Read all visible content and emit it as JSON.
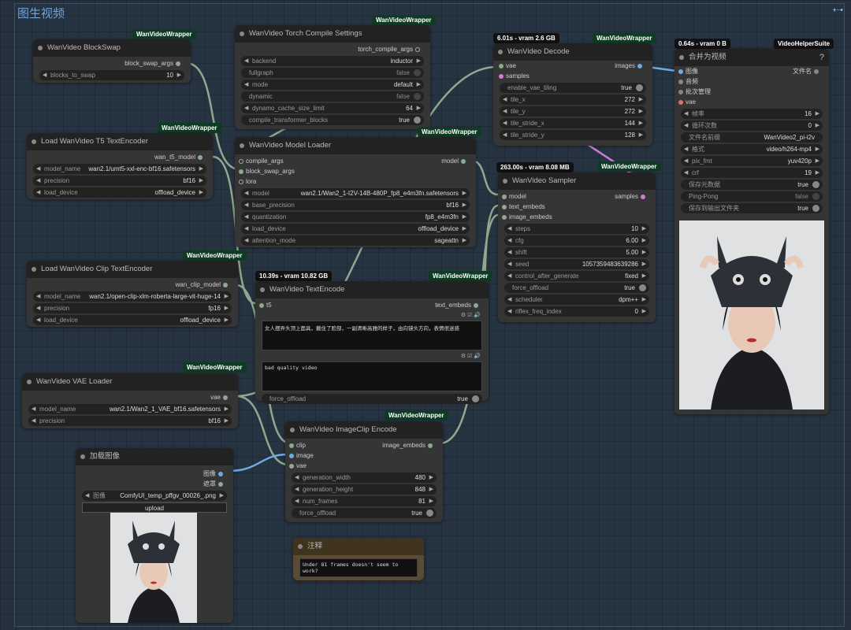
{
  "group": {
    "title": "图生视频"
  },
  "colors": {
    "link_green": "#8fa88e",
    "link_blue": "#6fa9e6",
    "link_pink": "#d17bd6",
    "badge": "#0f3b25"
  },
  "nodes": {
    "blockswap": {
      "badge": "WanVideoWrapper",
      "title": "WanVideo BlockSwap",
      "out": "block_swap_args",
      "widgets": [
        {
          "label": "blocks_to_swap",
          "value": "10"
        }
      ]
    },
    "torch_compile": {
      "badge": "WanVideoWrapper",
      "title": "WanVideo Torch Compile Settings",
      "out": "torch_compile_args",
      "widgets": [
        {
          "label": "backend",
          "value": "inductor"
        },
        {
          "label": "fullgraph",
          "value": "false"
        },
        {
          "label": "mode",
          "value": "default"
        },
        {
          "label": "dynamic",
          "value": "false"
        },
        {
          "label": "dynamo_cache_size_limit",
          "value": "64"
        },
        {
          "label": "compile_transformer_blocks",
          "value": "true"
        }
      ]
    },
    "decode": {
      "timing": "6.01s - vram 2.6 GB",
      "badge": "WanVideoWrapper",
      "title": "WanVideo Decode",
      "in1": "vae",
      "in2": "samples",
      "out": "images",
      "widgets": [
        {
          "label": "enable_vae_tiling",
          "value": "true"
        },
        {
          "label": "tile_x",
          "value": "272"
        },
        {
          "label": "tile_y",
          "value": "272"
        },
        {
          "label": "tile_stride_x",
          "value": "144"
        },
        {
          "label": "tile_stride_y",
          "value": "128"
        }
      ]
    },
    "combine": {
      "timing": "0.64s - vram 0 B",
      "badge": "VideoHelperSuite",
      "title": "合并为视频",
      "help": "?",
      "in1": "图像",
      "in2": "音频",
      "in3": "批次管理",
      "in4": "vae",
      "out": "文件名",
      "widgets": [
        {
          "label": "帧率",
          "value": "16"
        },
        {
          "label": "循环次数",
          "value": "0"
        },
        {
          "label": "文件名前缀",
          "value": "WanVideo2_pi-i2v"
        },
        {
          "label": "格式",
          "value": "video/h264-mp4"
        },
        {
          "label": "pix_fmt",
          "value": "yuv420p"
        },
        {
          "label": "crf",
          "value": "19"
        },
        {
          "label": "保存元数据",
          "value": "true"
        },
        {
          "label": "Ping-Pong",
          "value": "false"
        },
        {
          "label": "保存到输出文件夹",
          "value": "true"
        }
      ]
    },
    "t5": {
      "badge": "WanVideoWrapper",
      "title": "Load WanVideo T5 TextEncoder",
      "out": "wan_t5_model",
      "widgets": [
        {
          "label": "model_name",
          "value": "wan2.1/umt5-xxl-enc-bf16.safetensors"
        },
        {
          "label": "precision",
          "value": "bf16"
        },
        {
          "label": "load_device",
          "value": "offload_device"
        }
      ]
    },
    "model_loader": {
      "badge": "WanVideoWrapper",
      "title": "WanVideo Model Loader",
      "in1": "compile_args",
      "in2": "block_swap_args",
      "in3": "lora",
      "out": "model",
      "widgets": [
        {
          "label": "model",
          "value": "wan2.1/Wan2_1-I2V-14B-480P_fp8_e4m3fn.safetensors"
        },
        {
          "label": "base_precision",
          "value": "bf16"
        },
        {
          "label": "quantization",
          "value": "fp8_e4m3fn"
        },
        {
          "label": "load_device",
          "value": "offload_device"
        },
        {
          "label": "attention_mode",
          "value": "sageattn"
        }
      ]
    },
    "sampler": {
      "timing": "263.00s - vram 8.08 MB",
      "badge": "WanVideoWrapper",
      "title": "WanVideo Sampler",
      "in1": "model",
      "in2": "text_embeds",
      "in3": "image_embeds",
      "out": "samples",
      "widgets": [
        {
          "label": "steps",
          "value": "10"
        },
        {
          "label": "cfg",
          "value": "6.00"
        },
        {
          "label": "shift",
          "value": "5.00"
        },
        {
          "label": "seed",
          "value": "1057359483639286"
        },
        {
          "label": "control_after_generate",
          "value": "fixed"
        },
        {
          "label": "force_offload",
          "value": "true"
        },
        {
          "label": "scheduler",
          "value": "dpm++"
        },
        {
          "label": "riflex_freq_index",
          "value": "0"
        }
      ]
    },
    "clip": {
      "badge": "WanVideoWrapper",
      "title": "Load WanVideo Clip TextEncoder",
      "out": "wan_clip_model",
      "widgets": [
        {
          "label": "model_name",
          "value": "wan2.1/open-clip-xlm-roberta-large-vit-huge-14"
        },
        {
          "label": "precision",
          "value": "fp16"
        },
        {
          "label": "load_device",
          "value": "offload_device"
        }
      ]
    },
    "textencode": {
      "timing": "10.39s - vram 10.82 GB",
      "badge": "WanVideoWrapper",
      "title": "WanVideo TextEncode",
      "in1": "t5",
      "out": "text_embeds",
      "positive": "女人摆弄头顶上面具，戴住了脸部，一副清晰高雅的样子，由向镜头方向，表情很迷惑",
      "negative": "bad quality video",
      "widgets": [
        {
          "label": "force_offload",
          "value": "true"
        }
      ]
    },
    "vae": {
      "badge": "WanVideoWrapper",
      "title": "WanVideo VAE Loader",
      "out": "vae",
      "widgets": [
        {
          "label": "model_name",
          "value": "wan2.1/Wan2_1_VAE_bf16.safetensors"
        },
        {
          "label": "precision",
          "value": "bf16"
        }
      ]
    },
    "imageclip": {
      "badge": "WanVideoWrapper",
      "title": "WanVideo ImageClip Encode",
      "in1": "clip",
      "in2": "image",
      "in3": "vae",
      "out": "image_embeds",
      "widgets": [
        {
          "label": "generation_width",
          "value": "480"
        },
        {
          "label": "generation_height",
          "value": "848"
        },
        {
          "label": "num_frames",
          "value": "81"
        },
        {
          "label": "force_offload",
          "value": "true"
        }
      ]
    },
    "loadimage": {
      "title": "加载图像",
      "out1": "图像",
      "out2": "遮罩",
      "widgets": [
        {
          "label": "图像",
          "value": "ComfyUI_temp_pffgv_00026_.png"
        }
      ],
      "upload": "upload"
    },
    "note": {
      "title": "注释",
      "text": "Under 81 frames doesn't seem to work?"
    }
  }
}
